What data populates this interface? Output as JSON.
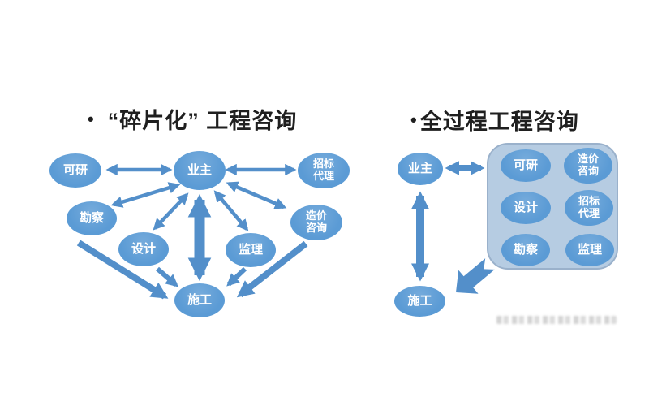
{
  "header": {
    "left_bullet": "•",
    "left_title": "“碎片化” 工程咨询",
    "right_bullet": "•",
    "right_title": "全过程工程咨询"
  },
  "left": {
    "nodes": {
      "research": "可研",
      "owner": "业主",
      "bidding": "招标\n代理",
      "survey": "勘察",
      "design": "设计",
      "supervision": "监理",
      "cost": "造价\n咨询",
      "construction": "施工"
    }
  },
  "right": {
    "nodes": {
      "owner": "业主",
      "construction": "施工"
    },
    "group": {
      "research": "可研",
      "cost": "造价\n咨询",
      "design": "设计",
      "bidding": "招标\n代理",
      "survey": "勘察",
      "supervision": "监理"
    }
  },
  "colors": {
    "node_fill": "#5B9BD5",
    "arrow": "#538FCA",
    "group_fill": "#B6CCE2",
    "group_border": "#9AB1CB",
    "title": "#1F1F1F"
  }
}
